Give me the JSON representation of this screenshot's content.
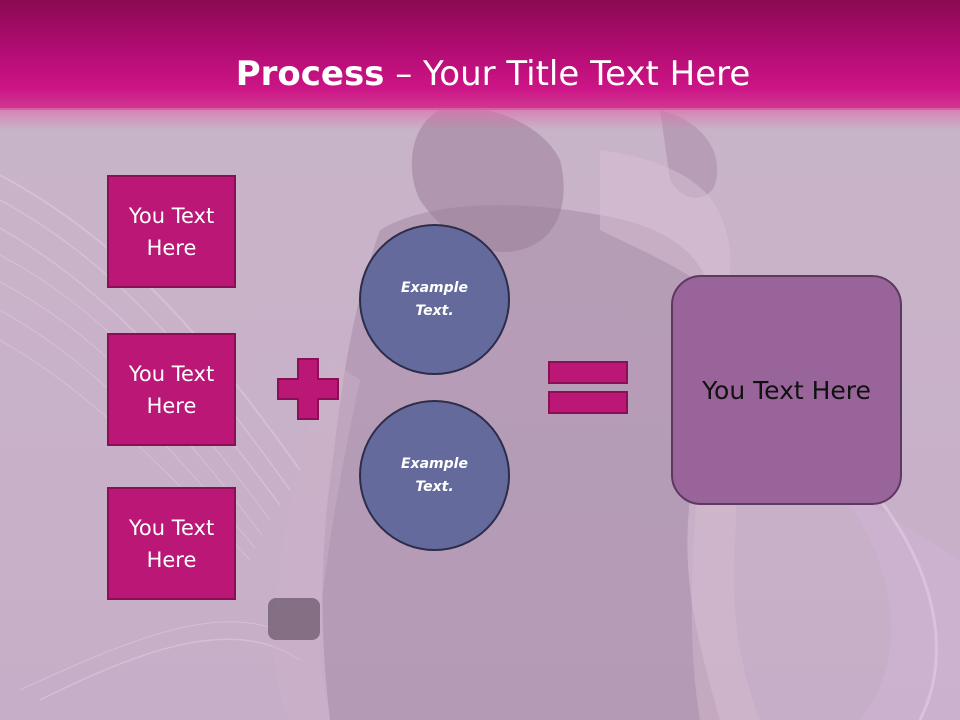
{
  "slide": {
    "title_bold": "Process",
    "title_rest": " – Your Title Text Here",
    "left_boxes": [
      {
        "label": "You Text Here"
      },
      {
        "label": "You Text Here"
      },
      {
        "label": "You Text Here"
      }
    ],
    "circles": [
      {
        "label": "Example Text."
      },
      {
        "label": "Example Text."
      }
    ],
    "result": {
      "label": "You Text Here"
    }
  },
  "colors": {
    "title_bar": "#b20c72",
    "box_fill": "#bb1777",
    "circle_fill": "#646a9c",
    "result_fill": "#98649a"
  }
}
